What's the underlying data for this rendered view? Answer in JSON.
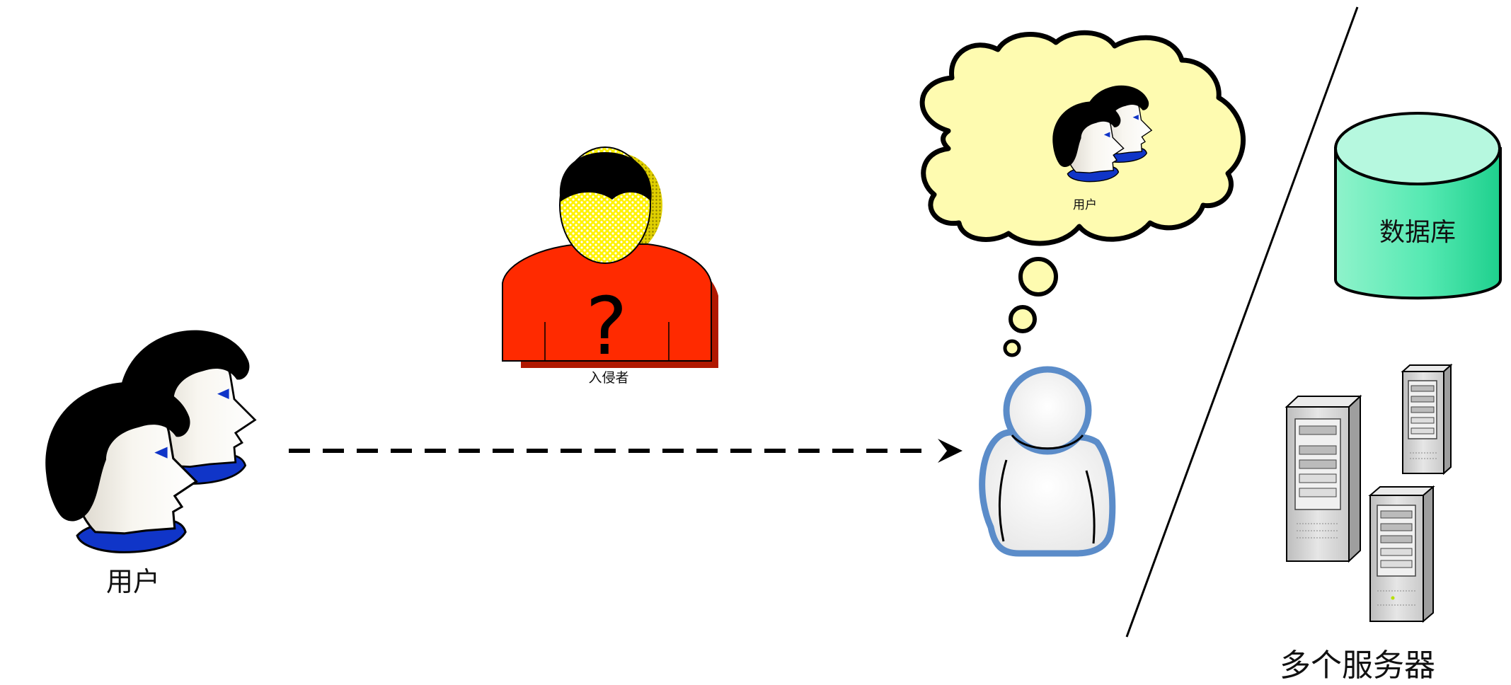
{
  "labels": {
    "user": "用户",
    "intruder": "入侵者",
    "intruder_mark": "?",
    "thought_user": "用户",
    "database": "数据库",
    "servers": "多个服务器"
  },
  "colors": {
    "hair": "#000000",
    "skin": "#f4f1ea",
    "collar": "#1035c8",
    "intruder_shirt": "#ff2a00",
    "intruder_shadow": "#b01800",
    "intruder_face": "#fff200",
    "cloud_fill": "#fefbb0",
    "person_outline": "#5b8cc9",
    "db_top": "#b6f8df",
    "db_body": "#2fe0a0",
    "server_gray": "#d4d4d4"
  }
}
